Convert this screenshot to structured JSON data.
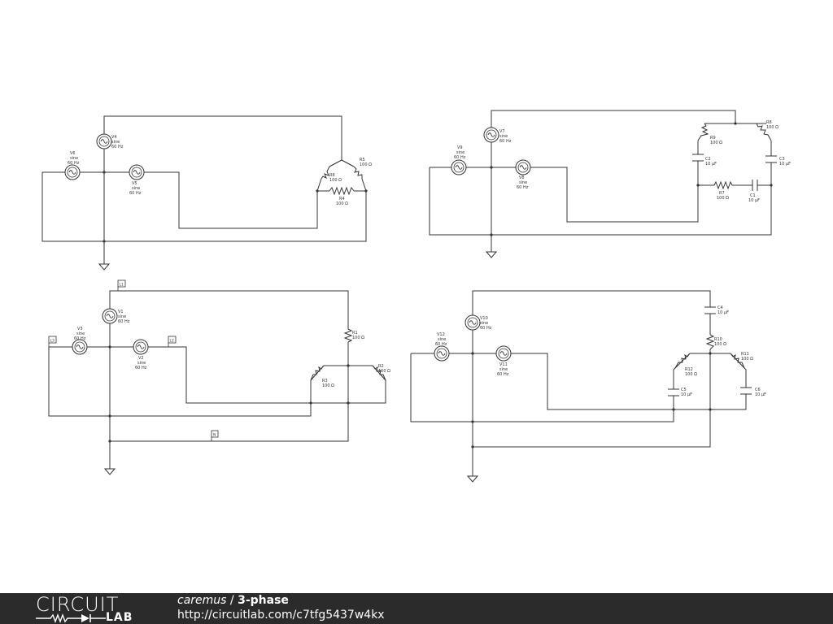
{
  "footer": {
    "logo_top": "CIRCUIT",
    "logo_bottom": "LAB",
    "user": "caremus",
    "separator": " / ",
    "title": "3-phase",
    "url": "http://circuitlab.com/c7tfg5437w4kx"
  },
  "components": {
    "V1": {
      "name": "V1",
      "type": "sine",
      "freq": "60 Hz"
    },
    "V2": {
      "name": "V2",
      "type": "sine",
      "freq": "60 Hz"
    },
    "V3": {
      "name": "V3",
      "type": "sine",
      "freq": "60 Hz"
    },
    "V4": {
      "name": "V4",
      "type": "sine",
      "freq": "60 Hz"
    },
    "V5": {
      "name": "V5",
      "type": "sine",
      "freq": "60 Hz"
    },
    "V6": {
      "name": "V6",
      "type": "sine",
      "freq": "60 Hz"
    },
    "V7": {
      "name": "V7",
      "type": "sine",
      "freq": "60 Hz"
    },
    "V8": {
      "name": "V8",
      "type": "sine",
      "freq": "60 Hz"
    },
    "V9": {
      "name": "V9",
      "type": "sine",
      "freq": "60 Hz"
    },
    "V10": {
      "name": "V10",
      "type": "sine",
      "freq": "60 Hz"
    },
    "V11": {
      "name": "V11",
      "type": "sine",
      "freq": "60 Hz"
    },
    "V12": {
      "name": "V12",
      "type": "sine",
      "freq": "60 Hz"
    },
    "R1": {
      "name": "R1",
      "value": "100 Ω"
    },
    "R2": {
      "name": "R2",
      "value": "100 Ω"
    },
    "R3": {
      "name": "R3",
      "value": "100 Ω"
    },
    "R4": {
      "name": "R4",
      "value": "100 Ω"
    },
    "R5": {
      "name": "R5",
      "value": "100 Ω"
    },
    "R6": {
      "name": "R6",
      "value": "100 Ω"
    },
    "R7": {
      "name": "R7",
      "value": "100 Ω"
    },
    "R8": {
      "name": "R8",
      "value": "100 Ω"
    },
    "R9": {
      "name": "R9",
      "value": "100 Ω"
    },
    "R10": {
      "name": "R10",
      "value": "100 Ω"
    },
    "R11": {
      "name": "R11",
      "value": "100 Ω"
    },
    "R12": {
      "name": "R12",
      "value": "100 Ω"
    },
    "C1": {
      "name": "C1",
      "value": "10 µF"
    },
    "C2": {
      "name": "C2",
      "value": "10 µF"
    },
    "C3": {
      "name": "C3",
      "value": "10 µF"
    },
    "C4": {
      "name": "C4",
      "value": "10 µF"
    },
    "C5": {
      "name": "C5",
      "value": "10 µF"
    },
    "C6": {
      "name": "C6",
      "value": "10 µF"
    }
  },
  "net_labels": {
    "L1": "L1",
    "L2": "L2",
    "L3": "L3",
    "N": "N"
  }
}
